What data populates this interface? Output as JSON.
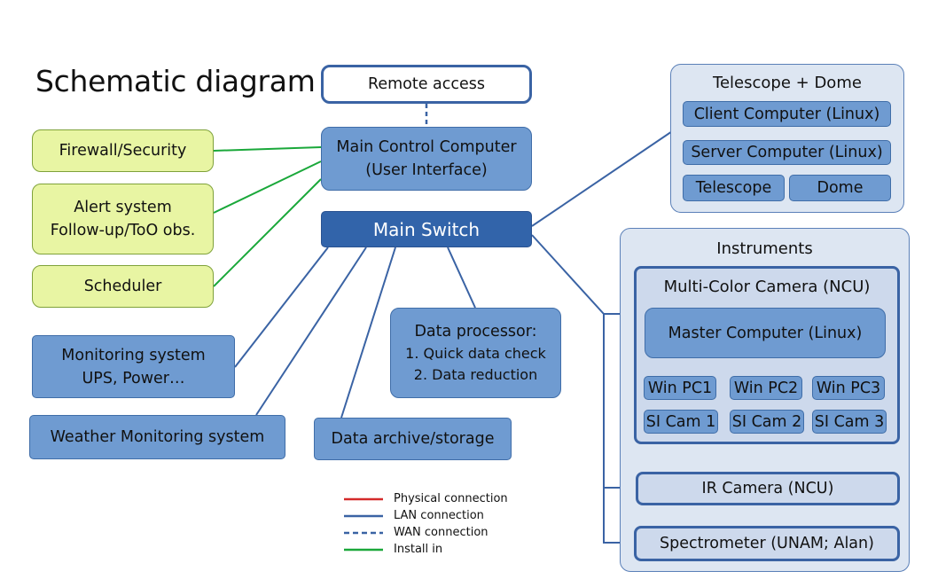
{
  "title": "Schematic diagram",
  "nodes": {
    "remote_access": "Remote access",
    "main_control_line1": "Main Control Computer",
    "main_control_line2": "(User Interface)",
    "firewall": "Firewall/Security",
    "alert_line1": "Alert system",
    "alert_line2": "Follow-up/ToO obs.",
    "scheduler": "Scheduler",
    "main_switch": "Main Switch",
    "monitoring_line1": "Monitoring system",
    "monitoring_line2": "UPS, Power…",
    "weather": "Weather Monitoring system",
    "data_processor_title": "Data processor:",
    "data_processor_item1": "1. Quick data check",
    "data_processor_item2": "2. Data reduction",
    "data_archive": "Data archive/storage"
  },
  "telescope_dome": {
    "title": "Telescope + Dome",
    "client": "Client Computer (Linux)",
    "server": "Server Computer (Linux)",
    "telescope": "Telescope",
    "dome": "Dome"
  },
  "instruments": {
    "title": "Instruments",
    "multi_color": {
      "title": "Multi-Color Camera (NCU)",
      "master": "Master Computer (Linux)",
      "pcs": [
        "Win PC1",
        "Win PC2",
        "Win PC3"
      ],
      "cams": [
        "SI Cam 1",
        "SI Cam 2",
        "SI Cam 3"
      ]
    },
    "ir_camera": "IR Camera (NCU)",
    "spectrometer": "Spectrometer (UNAM; Alan)"
  },
  "legend": [
    {
      "label": "Physical connection",
      "color": "#d42a2a",
      "style": "solid"
    },
    {
      "label": "LAN connection",
      "color": "#3a63a4",
      "style": "solid"
    },
    {
      "label": "WAN connection",
      "color": "#3a63a4",
      "style": "dashed"
    },
    {
      "label": "Install in",
      "color": "#1aa83a",
      "style": "solid"
    }
  ]
}
